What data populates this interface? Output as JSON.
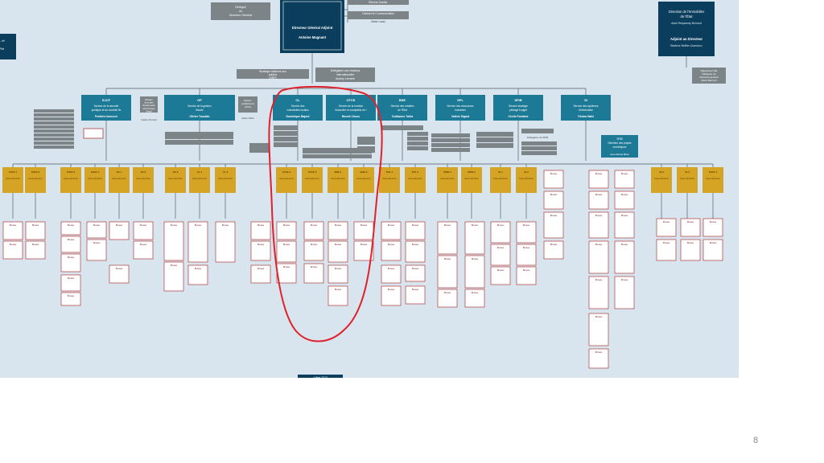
{
  "colors": {
    "background": "#d8e4ee",
    "navy": "#0b3d5c",
    "teal": "#1d7a96",
    "grey": "#7d8488",
    "gold": "#d6a424",
    "red_box_border": "#b03a3a",
    "annotation": "#e0202a",
    "connector": "#555e66"
  },
  "left_panel": {
    "title": "…ef",
    "lines": [
      "Pile"
    ]
  },
  "top": {
    "delegate": [
      "Délégué",
      "du",
      "Directeur Général"
    ],
    "director_box": {
      "title": "Directeur Général Adjoint",
      "name": "Antoine Magnant"
    },
    "right_small": [
      "Élienne Gautier",
      "Cabinet et Communication",
      "Marie Lucas"
    ]
  },
  "right_panel": {
    "title": [
      "Direction de l'Immobilier",
      "de l'État"
    ],
    "name1": "Alain Resplandy-Bernard",
    "deputy": "Adjoint au Directeur",
    "name2": "Béatrice Beillier-Guerdoux",
    "note": [
      "Rapporteur DIE",
      "Déléguée du",
      "Directeur général",
      "Marie Bernard"
    ]
  },
  "staff": {
    "left": [
      "Stratégie relations aux",
      "publics",
      "(SRP)"
    ],
    "right": [
      "Délégation aux relations",
      "internationales",
      "Audrey Lemaire"
    ]
  },
  "services": [
    {
      "code": "SJCF",
      "title": "Service de la sécurité juridique et du contrôle fiscal",
      "head": "Frédéric Iannucci"
    },
    {
      "code": "GF",
      "title": "Service de la gestion fiscale",
      "head": "Olivier Touzalin"
    },
    {
      "code": "CL",
      "title": "Service des collectivités locales",
      "head": "Dominique Bajard"
    },
    {
      "code": "CFCE",
      "title": "Service de la fonction financière et comptable de l'État",
      "head": "Benoit Choux"
    },
    {
      "code": "BSE",
      "title": "Service des retraites de l'État",
      "head": "Guillaume Tallot"
    },
    {
      "code": "SPL",
      "title": "Service des ressources humaines",
      "head": "Valérie Sigaut"
    },
    {
      "code": "SPIB",
      "title": "Service stratégie pilotage budget",
      "head": "Cécile Fontaine"
    },
    {
      "code": "SI",
      "title": "Service des systèmes d'information",
      "head": "Tristan Hallé"
    }
  ],
  "side_labels": {
    "missions": [
      "Mission",
      "de projet",
      "Gestionnaire",
      "électronique",
      "(Vigie)"
    ],
    "mission_name": "Céline Pruvost",
    "expertise": [
      "Mission",
      "juridictionnel",
      "(DVO)"
    ],
    "expertise_name": "Julien Fillon",
    "delegation": "Délégation du SPIB",
    "si_project": [
      "SPIB",
      "Direction des projets",
      "numériques"
    ],
    "si_name": "Jean-Michel Biran"
  },
  "sous_directions": [
    {
      "code": "SJCF-1",
      "label": "Sous-direction"
    },
    {
      "code": "SJCF-2",
      "label": "Sous-direction"
    },
    {
      "code": "SJCF-3",
      "label": "Sous-direction"
    },
    {
      "code": "SJCF-4",
      "label": "Sous-direction"
    },
    {
      "code": "GF-1",
      "label": "Sous-direction"
    },
    {
      "code": "GF-2",
      "label": "Sous-direction"
    },
    {
      "code": "GF-3",
      "label": "Sous-direction"
    },
    {
      "code": "CL-1",
      "label": "Sous-direction"
    },
    {
      "code": "CL-2",
      "label": "Sous-direction"
    },
    {
      "code": "CFCE-1",
      "label": "Sous-direction"
    },
    {
      "code": "CFCE-2",
      "label": "Sous-direction"
    },
    {
      "code": "BSE-1",
      "label": "Sous-direction"
    },
    {
      "code": "BSE-2",
      "label": "Sous-direction"
    },
    {
      "code": "SPL-1",
      "label": "Sous-direction"
    },
    {
      "code": "SPL-2",
      "label": "Sous-direction"
    },
    {
      "code": "SPIB-1",
      "label": "Sous-direction"
    },
    {
      "code": "SPIB-2",
      "label": "Sous-direction"
    },
    {
      "code": "SI-1",
      "label": "Sous-direction"
    },
    {
      "code": "SI-2",
      "label": "Sous-direction"
    },
    {
      "code": "SI-3",
      "label": "Sous-direction"
    },
    {
      "code": "SI-4",
      "label": "Sous-direction"
    }
  ],
  "bureaux_label": "Bureau",
  "bottom_tag": "Juillet 2023",
  "page_number": "8"
}
